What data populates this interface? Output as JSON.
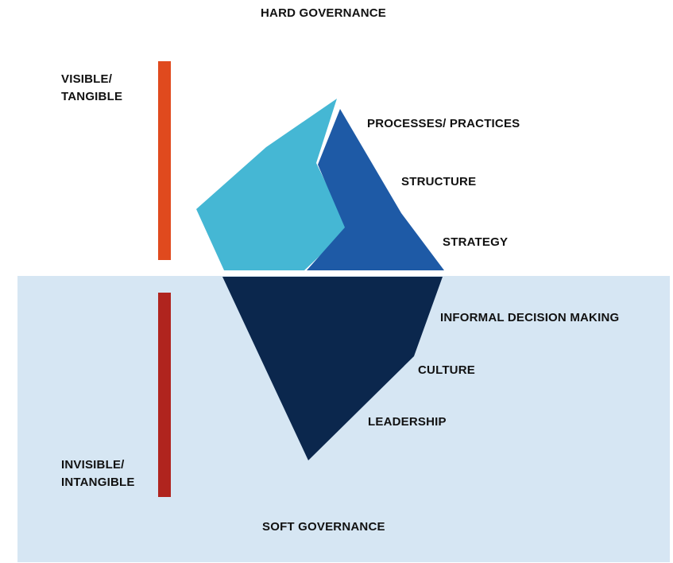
{
  "top_title": "HARD GOVERNANCE",
  "bottom_title": "SOFT GOVERNANCE",
  "visible": {
    "line1": "VISIBLE/",
    "line2": "TANGIBLE"
  },
  "invisible": {
    "line1": "INVISIBLE/",
    "line2": "INTANGIBLE"
  },
  "above_water_labels": [
    "PROCESSES/ PRACTICES",
    "STRUCTURE",
    "STRATEGY"
  ],
  "below_water_labels": [
    "INFORMAL DECISION MAKING",
    "CULTURE",
    "LEADERSHIP"
  ],
  "colors": {
    "water": "#d6e6f3",
    "visible_bar": "#e04a1e",
    "invisible_bar": "#b0241e",
    "ice_light": "#45b7d4",
    "ice_mid": "#1e5aa6",
    "ice_dark": "#0b274d"
  }
}
